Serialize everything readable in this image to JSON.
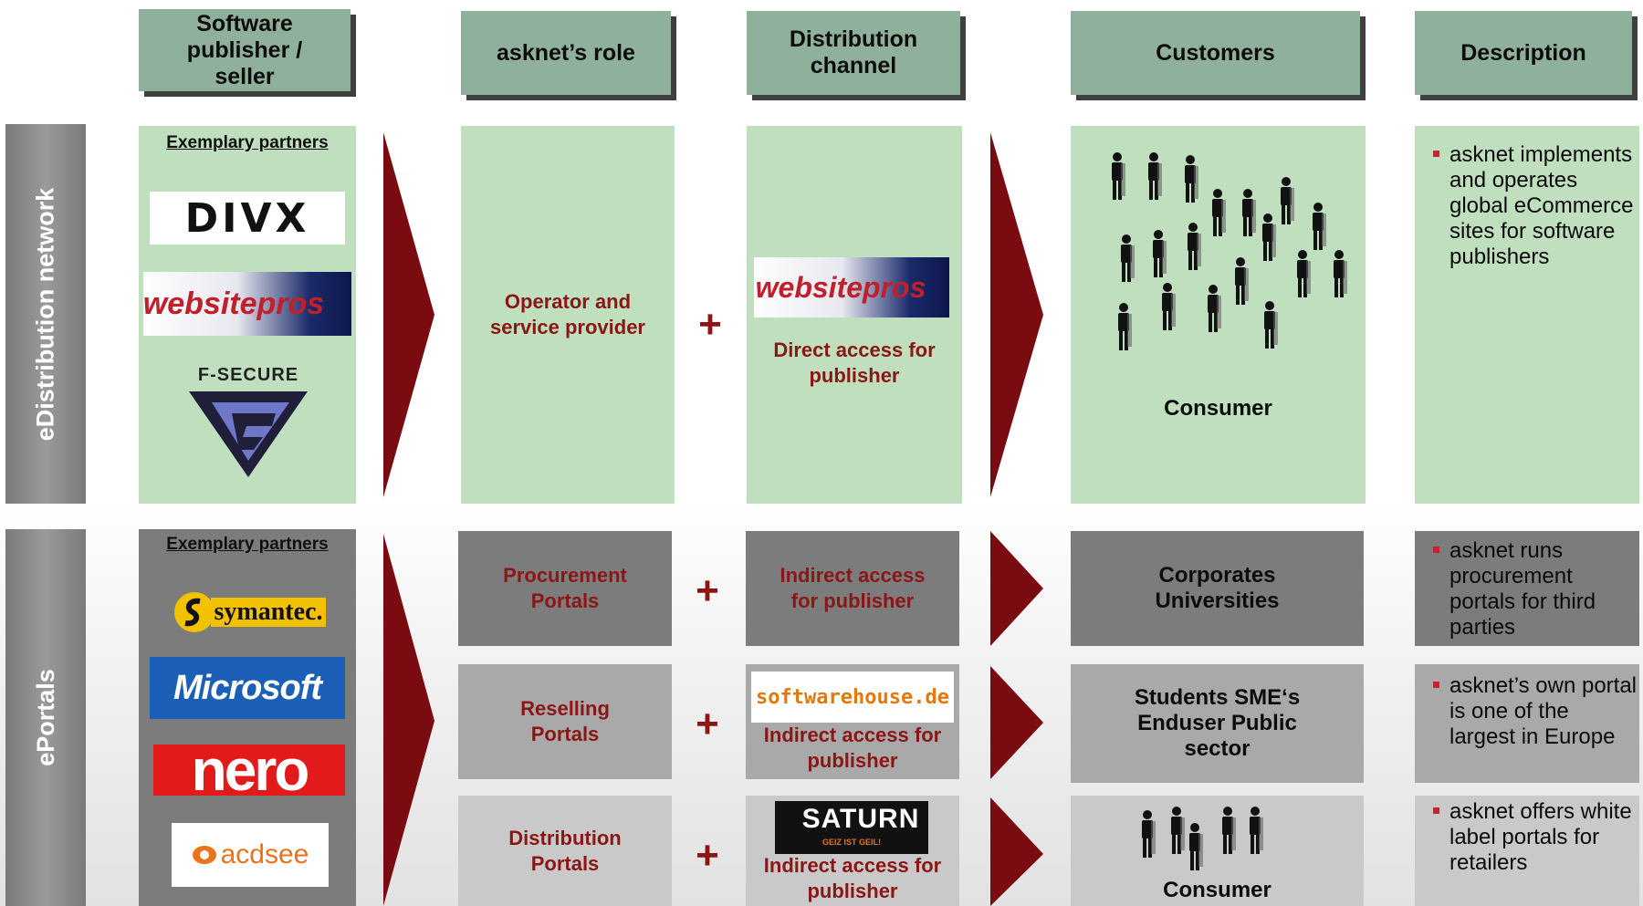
{
  "headers": {
    "publisher": "Software publisher / seller",
    "role": "asknet’s role",
    "channel": "Distribution channel",
    "customers": "Customers",
    "description": "Description"
  },
  "sections": {
    "edistribution": {
      "label": "eDistribution network",
      "partners_title": "Exemplary partners",
      "partner_logos": [
        "DIVX",
        "websitepros",
        "F-SECURE"
      ],
      "role": "Operator and service provider",
      "channel_logo": "websitepros",
      "channel_access": "Direct access for publisher",
      "customer": "Consumer",
      "description": "asknet implements and operates global eCommerce sites for software publishers"
    },
    "eportals": {
      "label": "ePortals",
      "partners_title": "Exemplary partners",
      "partner_logos": [
        "symantec.",
        "Microsoft",
        "nero",
        "acdsee"
      ],
      "rows": [
        {
          "role": "Procurement Portals",
          "channel_access": "Indirect access for publisher",
          "customer": "Corporates Universities",
          "description": "asknet runs procurement portals for third parties"
        },
        {
          "role": "Reselling Portals",
          "channel_logo": "softwarehouse.de",
          "channel_access": "Indirect access for publisher",
          "customer": "Students SME‘s Enduser Public sector",
          "description": "asknet’s own portal is one of the largest in Europe"
        },
        {
          "role": "Distribution Portals",
          "channel_logo": "SATURN",
          "channel_logo_tagline": "GEIZ IST GEIL!",
          "channel_access": "Indirect access for publisher",
          "customer": "Consumer",
          "description": "asknet offers white label portals for retailers"
        }
      ]
    }
  },
  "plus_symbol": "+",
  "colors": {
    "header": "#8fb09a",
    "green_panel": "#bfdfbf",
    "accent_red": "#8a1616",
    "arrow": "#7a0b10"
  }
}
